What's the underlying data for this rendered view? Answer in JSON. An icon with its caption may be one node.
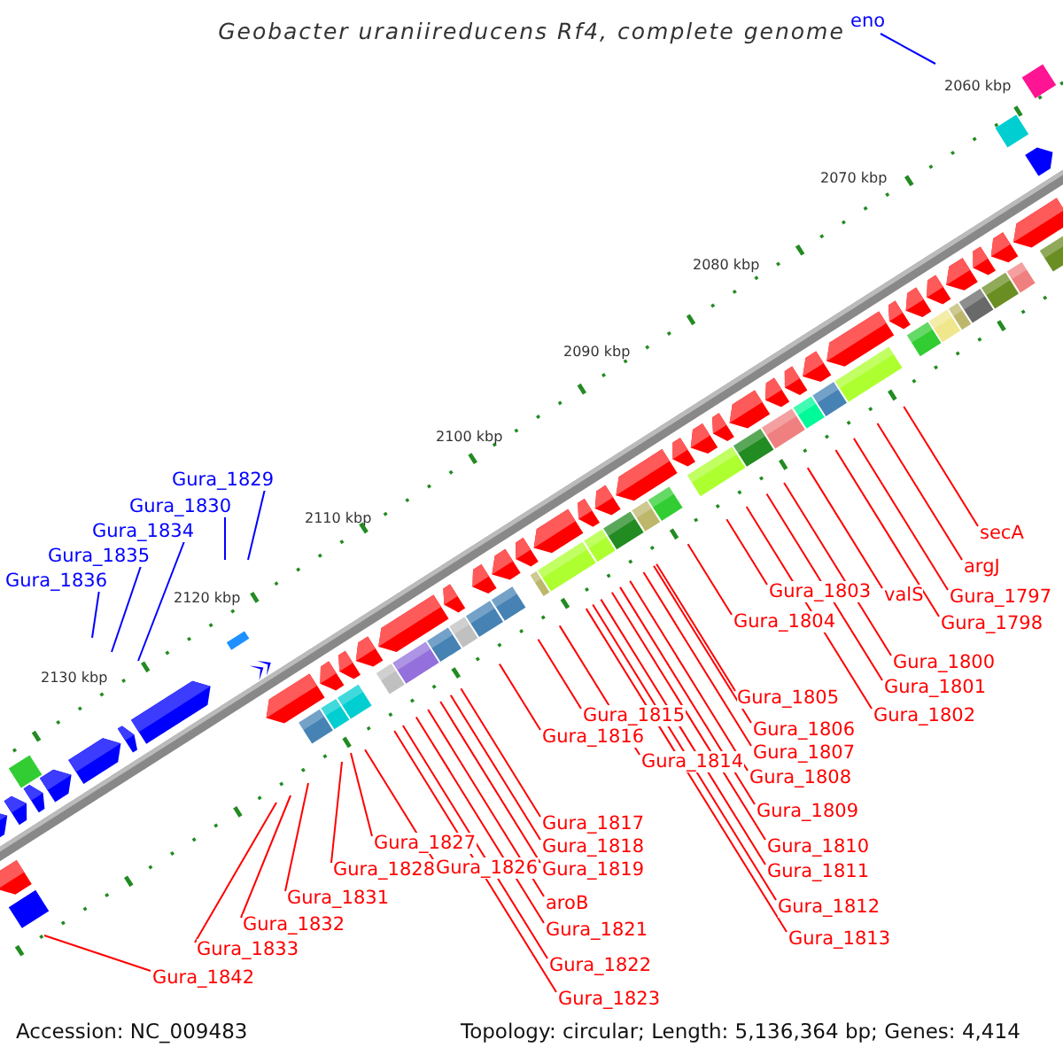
{
  "diagram": {
    "title": "Geobacter uraniireducens Rf4, complete genome",
    "nodes": [
      {
        "text": [
          "eno"
        ]
      },
      {
        "text": [
          "Gura_1829"
        ]
      },
      {
        "text": [
          "Gura_1830"
        ]
      },
      {
        "text": [
          "Gura_1834"
        ]
      },
      {
        "text": [
          "Gura_1835"
        ]
      },
      {
        "text": [
          "Gura_1836"
        ]
      },
      {
        "text": [
          "secA"
        ]
      },
      {
        "text": [
          "argJ"
        ]
      },
      {
        "text": [
          "Gura_1797"
        ]
      },
      {
        "text": [
          "Gura_1798"
        ]
      },
      {
        "text": [
          "valS"
        ]
      },
      {
        "text": [
          "Gura_1803"
        ]
      },
      {
        "text": [
          "Gura_1804"
        ]
      },
      {
        "text": [
          "Gura_1800"
        ]
      },
      {
        "text": [
          "Gura_1801"
        ]
      },
      {
        "text": [
          "Gura_1802"
        ]
      },
      {
        "text": [
          "Gura_1805"
        ]
      },
      {
        "text": [
          "Gura_1815"
        ]
      },
      {
        "text": [
          "Gura_1806"
        ]
      },
      {
        "text": [
          "Gura_1816"
        ]
      },
      {
        "text": [
          "Gura_1807"
        ]
      },
      {
        "text": [
          "Gura_1814"
        ]
      },
      {
        "text": [
          "Gura_1808"
        ]
      },
      {
        "text": [
          "Gura_1809"
        ]
      },
      {
        "text": [
          "Gura_1817"
        ]
      },
      {
        "text": [
          "Gura_1810"
        ]
      },
      {
        "text": [
          "Gura_1818"
        ]
      },
      {
        "text": [
          "Gura_1827"
        ]
      },
      {
        "text": [
          "Gura_1811"
        ]
      },
      {
        "text": [
          "Gura_1819"
        ]
      },
      {
        "text": [
          "Gura_1826"
        ]
      },
      {
        "text": [
          "Gura_1828"
        ]
      },
      {
        "text": [
          "Gura_1831"
        ]
      },
      {
        "text": [
          "aroB"
        ]
      },
      {
        "text": [
          "Gura_1812"
        ]
      },
      {
        "text": [
          "Gura_1821"
        ]
      },
      {
        "text": [
          "Gura_1832"
        ]
      },
      {
        "text": [
          "Gura_1813"
        ]
      },
      {
        "text": [
          "Gura_1833"
        ]
      },
      {
        "text": [
          "Gura_1822"
        ]
      },
      {
        "text": [
          "Gura_1842"
        ]
      },
      {
        "text": [
          "Gura_1823"
        ]
      }
    ],
    "edges": [
      {
        "from": 0,
        "to": null,
        "arrow": "none",
        "color": "#0000ff"
      },
      {
        "from": 1,
        "to": null,
        "arrow": "none",
        "color": "#0000ff"
      },
      {
        "from": 2,
        "to": null,
        "arrow": "none",
        "color": "#0000ff"
      },
      {
        "from": 3,
        "to": null,
        "arrow": "none",
        "color": "#0000ff"
      },
      {
        "from": 4,
        "to": null,
        "arrow": "none",
        "color": "#0000ff"
      },
      {
        "from": 5,
        "to": null,
        "arrow": "none",
        "color": "#0000ff"
      },
      {
        "from": 6,
        "to": null,
        "arrow": "none"
      },
      {
        "from": 7,
        "to": null,
        "arrow": "none"
      },
      {
        "from": 8,
        "to": null,
        "arrow": "none"
      },
      {
        "from": 9,
        "to": null,
        "arrow": "none"
      },
      {
        "from": 10,
        "to": null,
        "arrow": "none"
      },
      {
        "from": 11,
        "to": null,
        "arrow": "none"
      },
      {
        "from": 12,
        "to": null,
        "arrow": "none"
      },
      {
        "from": 13,
        "to": null,
        "arrow": "none"
      },
      {
        "from": 14,
        "to": null,
        "arrow": "none"
      },
      {
        "from": 15,
        "to": null,
        "arrow": "none"
      },
      {
        "from": 16,
        "to": null,
        "arrow": "none"
      },
      {
        "from": 17,
        "to": null,
        "arrow": "none"
      },
      {
        "from": 18,
        "to": null,
        "arrow": "none"
      },
      {
        "from": 19,
        "to": null,
        "arrow": "none"
      },
      {
        "from": 20,
        "to": null,
        "arrow": "none"
      },
      {
        "from": 21,
        "to": null,
        "arrow": "none"
      },
      {
        "from": 22,
        "to": null,
        "arrow": "none"
      },
      {
        "from": 23,
        "to": null,
        "arrow": "none"
      },
      {
        "from": 24,
        "to": null,
        "arrow": "none"
      },
      {
        "from": 25,
        "to": null,
        "arrow": "none"
      },
      {
        "from": 26,
        "to": null,
        "arrow": "none"
      },
      {
        "from": 27,
        "to": null,
        "arrow": "none"
      },
      {
        "from": 28,
        "to": null,
        "arrow": "none"
      },
      {
        "from": 29,
        "to": null,
        "arrow": "none"
      },
      {
        "from": 30,
        "to": null,
        "arrow": "none"
      },
      {
        "from": 31,
        "to": null,
        "arrow": "none"
      },
      {
        "from": 32,
        "to": null,
        "arrow": "none"
      },
      {
        "from": 33,
        "to": null,
        "arrow": "none"
      },
      {
        "from": 34,
        "to": null,
        "arrow": "none"
      },
      {
        "from": 35,
        "to": null,
        "arrow": "none"
      },
      {
        "from": 36,
        "to": null,
        "arrow": "none"
      },
      {
        "from": 37,
        "to": null,
        "arrow": "none"
      },
      {
        "from": 38,
        "to": null,
        "arrow": "none"
      },
      {
        "from": 39,
        "to": null,
        "arrow": "none"
      },
      {
        "from": 40,
        "to": null,
        "arrow": "none"
      },
      {
        "from": 41,
        "to": null,
        "arrow": "none"
      }
    ],
    "labels": [
      "2060 kbp",
      "2070 kbp",
      "2080 kbp",
      "2090 kbp",
      "2100 kbp",
      "2110 kbp",
      "2120 kbp",
      "2130 kbp",
      "Accession: NC_009483",
      "Topology: circular; Length: 5,136,364 bp; Genes: 4,414"
    ]
  }
}
